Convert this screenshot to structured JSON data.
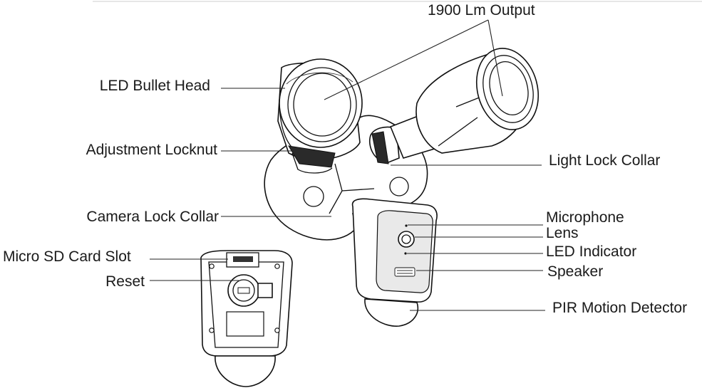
{
  "labels": {
    "output": "1900 Lm Output",
    "led_bullet_head": "LED Bullet Head",
    "adjustment_locknut": "Adjustment Locknut",
    "light_lock_collar": "Light Lock Collar",
    "camera_lock_collar": "Camera Lock Collar",
    "microphone": "Microphone",
    "lens": "Lens",
    "led_indicator": "LED Indicator",
    "speaker": "Speaker",
    "micro_sd_card_slot": "Micro SD Card Slot",
    "reset": "Reset",
    "pir_motion_detector": "PIR Motion Detector"
  },
  "colors": {
    "line": "#222222",
    "text": "#1a1a1a",
    "background": "#ffffff"
  }
}
